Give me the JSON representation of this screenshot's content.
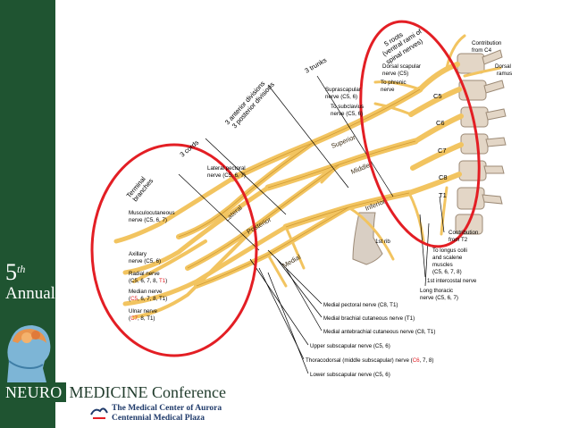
{
  "sidebar": {
    "edition_number": "5",
    "edition_suffix": "th",
    "edition_word": "Annual"
  },
  "footer": {
    "conference_neuro": "NEURO",
    "conference_rest": "MEDICINE Conference",
    "sponsor_line1": "The Medical Center of Aurora",
    "sponsor_line2": "Centennial Medical Plaza",
    "sponsor_mark": "HealthONE"
  },
  "diagram": {
    "region_labels": {
      "roots": "5 roots (ventral rami of spinal nerves)",
      "roots_l1": "5 roots",
      "roots_l2": "(ventral rami of",
      "roots_l3": "spinal nerves)",
      "trunks": "3 trunks",
      "divisions": "3 anterior divisions 3 posterior divisions",
      "divisions_l1": "3 anterior divisions",
      "divisions_l2": "3 posterior divisions",
      "cords": "3 cords",
      "terminal": "Terminal branches",
      "terminal_l1": "Terminal",
      "terminal_l2": "branches"
    },
    "trunk_labels": {
      "superior": "Superior",
      "middle": "Middle",
      "inferior": "Inferior"
    },
    "cord_labels": {
      "lateral": "Lateral",
      "posterior": "Posterior",
      "medial": "Medial"
    },
    "root_labels": [
      "C5",
      "C6",
      "C7",
      "C8",
      "T1"
    ],
    "nerve_labels": {
      "contribution_c4_l1": "Contribution",
      "contribution_c4_l2": "from C4",
      "dorsal_ramus_l1": "Dorsal",
      "dorsal_ramus_l2": "ramus",
      "dorsal_scapular_l1": "Dorsal scapular",
      "dorsal_scapular_l2": "nerve (C5)",
      "phrenic_l1": "To phrenic",
      "phrenic_l2": "nerve",
      "suprascapular_l1": "Suprascapular",
      "suprascapular_l2": "nerve (C5, 6)",
      "subclavius_l1": "To subclavius",
      "subclavius_l2": "nerve (C5, 6)",
      "lateral_pectoral_l1": "Lateral pectoral",
      "lateral_pectoral_l2": "nerve (C5, 6, 7)",
      "musculocutaneous_l1": "Musculocutaneous",
      "musculocutaneous_l2": "nerve (C5, 6, 7)",
      "axillary_l1": "Axillary",
      "axillary_l2": "nerve (C5, 6)",
      "radial_l1": "Radial nerve",
      "radial_l2a": "(C5, 6, 7, 8, ",
      "radial_l2b": "T1",
      "radial_l2c": ")",
      "median_l1": "Median nerve",
      "median_l2a": "(",
      "median_l2b": "C5",
      "median_l2c": ", 6, 7, 8, T1)",
      "ulnar_l1": "Ulnar nerve",
      "ulnar_l2a": "(",
      "ulnar_l2b": "C7",
      "ulnar_l2c": ", 8, T1)",
      "first_rib": "1st rib",
      "contribution_t2_l1": "Contribution",
      "contribution_t2_l2": "from T2",
      "longus_l1": "To longus colli",
      "longus_l2": "and scalene",
      "longus_l3": "muscles",
      "longus_l4": "(C5, 6, 7, 8)",
      "intercostal": "1st intercostal nerve",
      "long_thoracic_l1": "Long thoracic",
      "long_thoracic_l2": "nerve (C5, 6, 7)",
      "medial_pectoral": "Medial pectoral nerve (C8, T1)",
      "medial_brachial": "Medial brachial cutaneous nerve (T1)",
      "medial_antebrachial": "Medial antebrachial cutaneous nerve (C8, T1)",
      "upper_subscapular": "Upper subscapular nerve (C5, 6)",
      "thoracodorsal_a": "Thoracodorsal (middle subscapular) nerve (",
      "thoracodorsal_b": "C6",
      "thoracodorsal_c": ", 7, 8)",
      "lower_subscapular": "Lower subscapular nerve (C5, 6)"
    }
  },
  "colors": {
    "sidebar_green": "#1f5431",
    "nerve_fill": "#f2c460",
    "nerve_stroke": "#c9922a",
    "circle_red": "#e31e24",
    "highlight_red": "#e31e24",
    "bone": "#d9cfc4"
  },
  "icons": [
    "brain-head-icon",
    "healthone-logo-icon"
  ]
}
